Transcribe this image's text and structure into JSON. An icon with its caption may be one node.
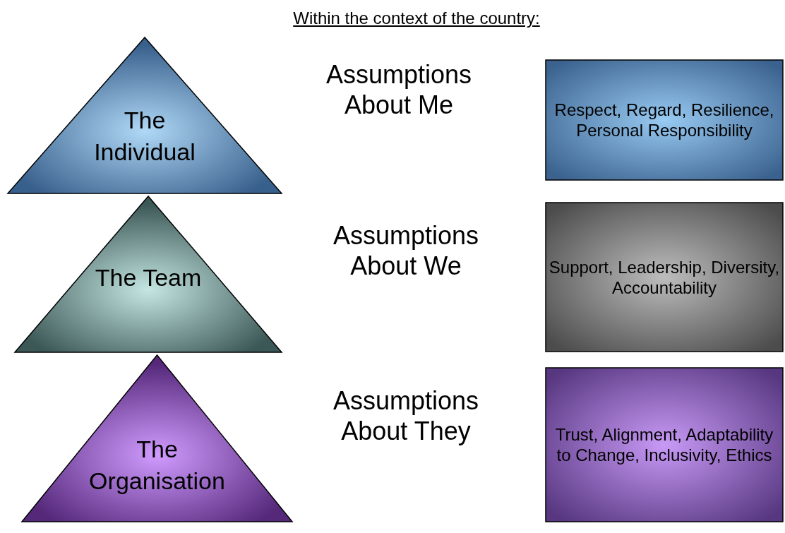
{
  "diagram": {
    "title": "Within the context of the country:",
    "nodes": [
      {
        "text": [
          "The Individual"
        ]
      },
      {
        "text": [
          "The Team"
        ]
      },
      {
        "text": [
          "The Organisation"
        ]
      },
      {
        "text": [
          "Respect, Regard, Resilience, Personal Responsibility"
        ]
      },
      {
        "text": [
          "Support, Leadership, Diversity, Accountability"
        ]
      },
      {
        "text": [
          "Trust, Alignment, Adaptability to Change, Inclusivity, Ethics"
        ]
      }
    ],
    "edges": [],
    "labels": [
      "Assumptions About Me",
      "Assumptions About We",
      "Assumptions About They"
    ]
  }
}
